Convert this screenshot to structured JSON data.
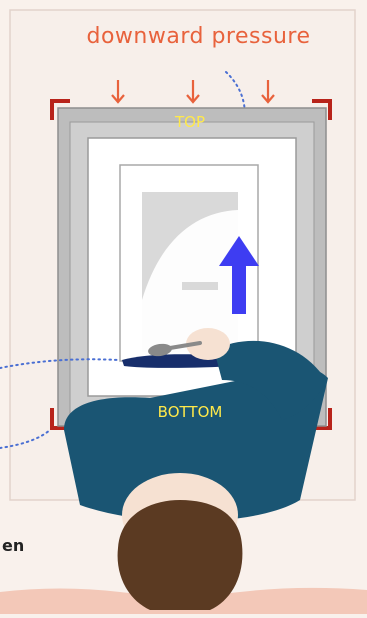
{
  "title": "downward pressure",
  "frame": {
    "top_label": "TOP",
    "bottom_label": "BOTTOM"
  },
  "side_text": "en",
  "colors": {
    "background": "#f9f1ec",
    "accent": "#e8623c",
    "frame_gray": "#b9b9b9",
    "arrow_blue": "#3e3df2",
    "shirt": "#1a5573",
    "hair": "#5b3a22",
    "skin": "#f6e1d2",
    "corner_red": "#b8231a",
    "label_yellow": "#ffe94a"
  },
  "icons": [
    "down-arrow-icon",
    "up-arrow-icon",
    "spoon-icon"
  ]
}
